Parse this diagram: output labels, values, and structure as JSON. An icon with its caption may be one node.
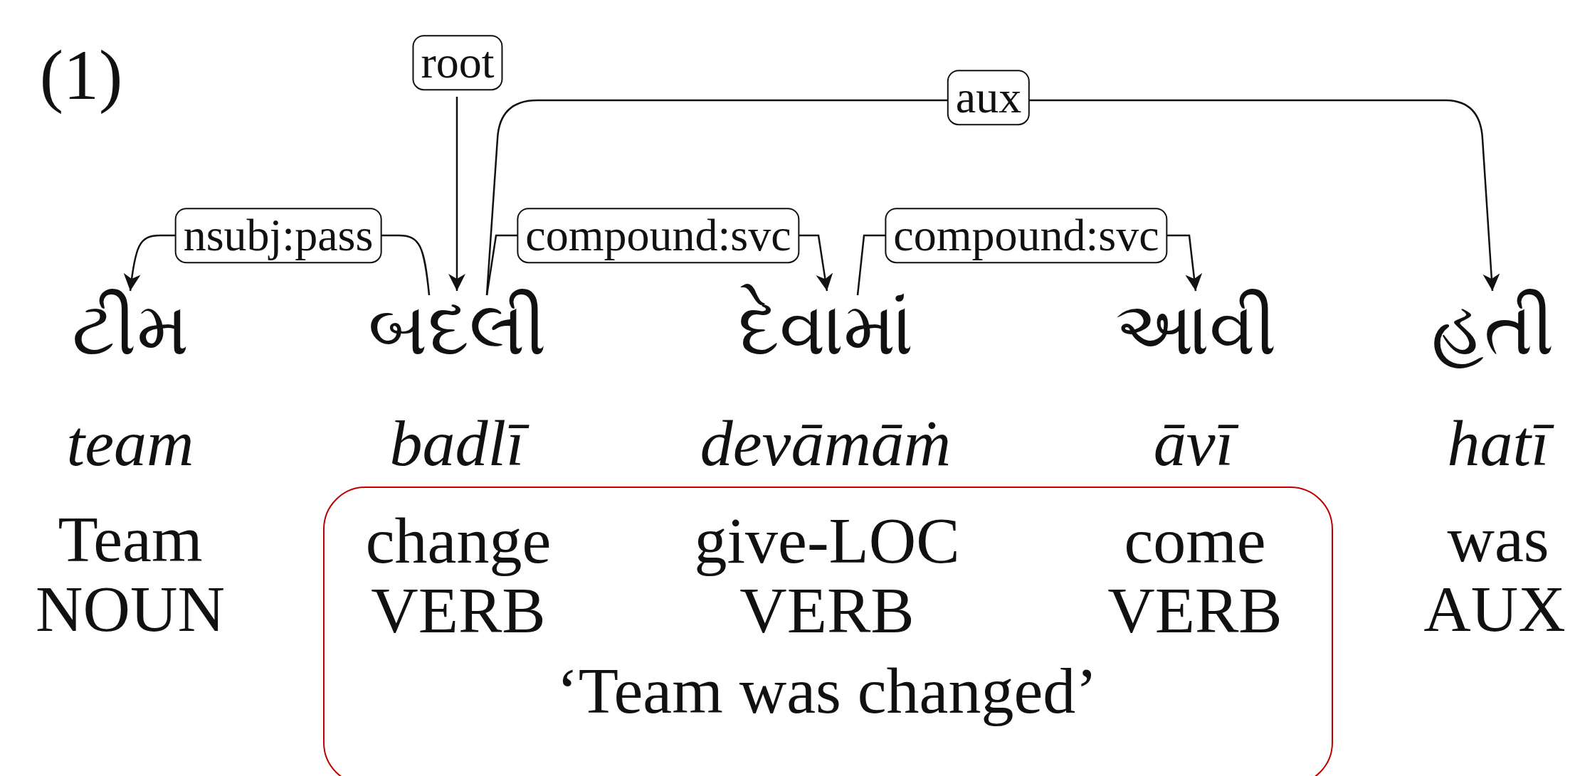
{
  "diagram": {
    "nodes": [
      {
        "text": [
          "ટીમ"
        ]
      },
      {
        "text": [
          "બદલી"
        ]
      },
      {
        "text": [
          "દેવામાં"
        ]
      },
      {
        "text": [
          "આવી"
        ]
      },
      {
        "text": [
          "હતી"
        ]
      },
      {
        "text": [
          "change",
          "give-LOC",
          "come",
          "VERB",
          "VERB",
          "VERB",
          "‘Team was changed’"
        ]
      }
    ],
    "edges": [
      {
        "from": null,
        "to": 1,
        "arrow": "to",
        "label": "root"
      },
      {
        "from": 1,
        "to": 0,
        "arrow": "to",
        "label": "nsubj:pass"
      },
      {
        "from": 1,
        "to": 4,
        "arrow": "to",
        "label": "aux"
      },
      {
        "from": 1,
        "to": 2,
        "arrow": "to",
        "label": "compound:svc"
      },
      {
        "from": 2,
        "to": 3,
        "arrow": "to",
        "label": "compound:svc"
      }
    ],
    "labels": [
      "(1)",
      "team",
      "badlī",
      "devāmāṁ",
      "āvī",
      "hatī",
      "Team",
      "was",
      "NOUN",
      "AUX"
    ]
  }
}
